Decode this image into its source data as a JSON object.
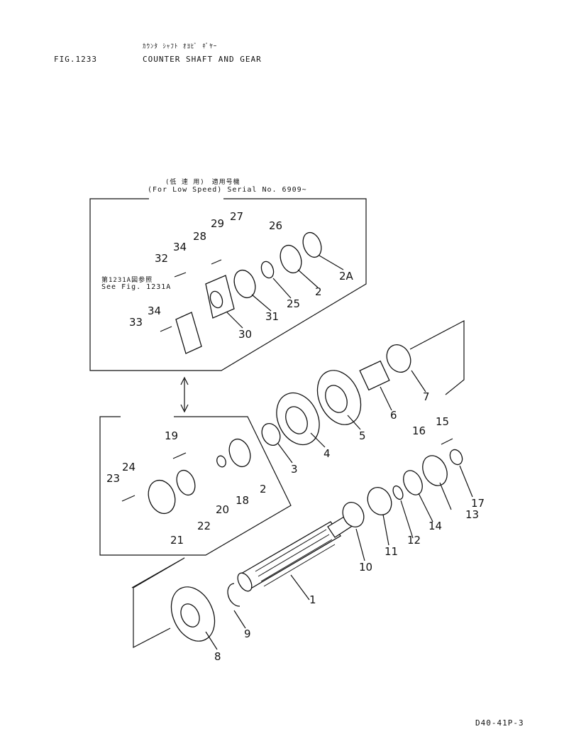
{
  "header": {
    "fig_number": "FIG.1233",
    "title_jp": "ｶｳﾝﾀ ｼｬﾌﾄ ｵﾖﾋﾞ ｷﾞﾔｰ",
    "title_en": "COUNTER SHAFT AND GEAR"
  },
  "low_speed_box": {
    "label_jp": "(低 速 用)　適用号機",
    "label_en": "(For Low Speed) Serial No. 6909~",
    "see_jp": "第1231A図参照",
    "see_en": "See Fig. 1231A"
  },
  "callouts": [
    "1",
    "2",
    "2",
    "2A",
    "3",
    "4",
    "5",
    "6",
    "7",
    "8",
    "9",
    "10",
    "11",
    "12",
    "13",
    "14",
    "15",
    "16",
    "17",
    "18",
    "19",
    "20",
    "21",
    "22",
    "23",
    "24",
    "25",
    "26",
    "27",
    "28",
    "29",
    "30",
    "31",
    "32",
    "33",
    "34",
    "34"
  ],
  "footer": {
    "doc_number": "D40-41P-3"
  }
}
